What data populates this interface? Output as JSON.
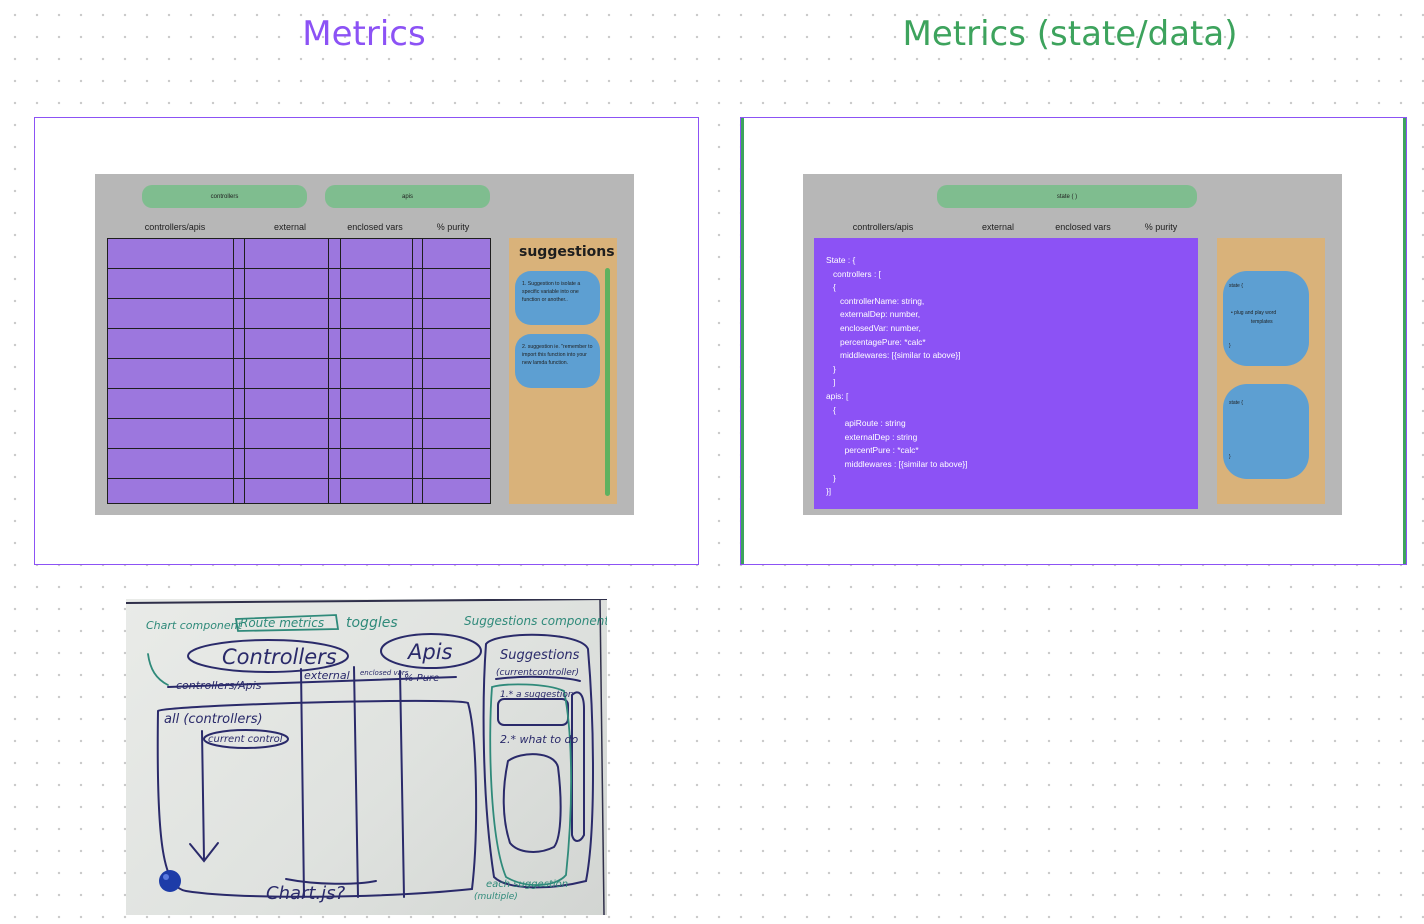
{
  "titles": {
    "left": "Metrics",
    "right": "Metrics (state/data)"
  },
  "left_mockup": {
    "toggles": [
      "controllers",
      "apis"
    ],
    "columns": [
      "controllers/apis",
      "external",
      "enclosed vars",
      "% purity"
    ],
    "suggestions_title": "suggestions",
    "suggestions": [
      "1. Suggestion to isolate a specific variable into one function or another..",
      "2. suggestion ie. \"remember to import this function into your new lamda function."
    ]
  },
  "right_mockup": {
    "toggle": "state (  )",
    "columns": [
      "controllers/apis",
      "external",
      "enclosed vars",
      "% purity"
    ],
    "state_code": "State : {\n   controllers : [\n   {\n      controllerName: string,\n      externalDep: number,\n      enclosedVar: number,\n      percentagePure: *calc*\n      middlewares: [{similar to above}]\n   }\n   ]\napis: [\n   {\n        apiRoute : string\n        externalDep : string\n        percentPure : *calc*\n        middlewares : [{similar to above}]\n   }\n}]",
    "state_bubbles": [
      {
        "open": "state {",
        "bullet": "• plug and play word",
        "bullet2": "templates",
        "close": "}"
      },
      {
        "open": "state {",
        "close": "}"
      }
    ]
  },
  "whiteboard": {
    "labels": {
      "chart_component": "Chart component",
      "route_metrics": "Route metrics",
      "toggles": "toggles",
      "suggestions_component": "Suggestions component",
      "controllers": "Controllers",
      "apis": "Apis",
      "suggestions": "Suggestions",
      "curr_controller": "(currentcontroller)",
      "col_controllers_apis": "controllers/Apis",
      "col_external": "external",
      "col_enclosed_vars": "enclosed vars",
      "col_purity": "% Pure",
      "all_controllers": "all (controllers)",
      "current_control": "current control",
      "sugg1": "1.* a suggestion",
      "sugg2": "2.* what to do",
      "chart_js": "Chart.js?",
      "each_suggestion": "each suggestion",
      "multiple": "(multiple)"
    }
  },
  "colors": {
    "purple": "#8c52f5",
    "green": "#3da35d",
    "toggle_green": "#7fbd8f",
    "table_purple": "#9c77de",
    "suggestion_orange": "#d9b27a",
    "bubble_blue": "#5d9fd2",
    "panel_gray": "#b7b7b7"
  }
}
